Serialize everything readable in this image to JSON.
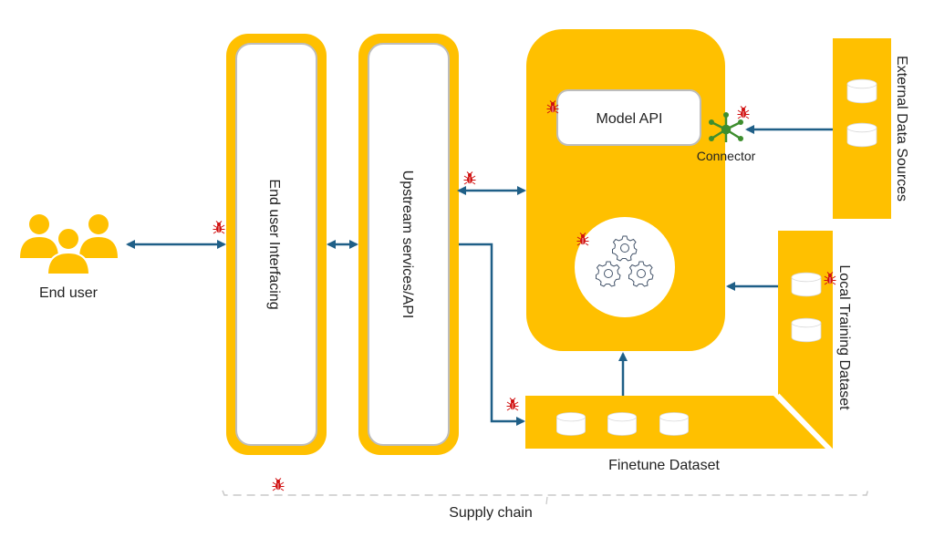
{
  "colors": {
    "component_fill": "#FFC000",
    "arrow": "#1F5F87",
    "bug": "#D01010",
    "connector": "#3E8E2E",
    "inner_border": "#BDBDBD",
    "gear_stroke": "#44546A",
    "text": "#222222"
  },
  "nodes": {
    "end_user": {
      "label": "End user",
      "icon": "users-group-icon"
    },
    "end_user_interfacing": {
      "label": "End user Interfacing"
    },
    "upstream_services": {
      "label": "Upstream services/API"
    },
    "model_api": {
      "label": "Model API"
    },
    "connector": {
      "label": "Connector",
      "icon": "connector-hub-icon"
    },
    "external_data_sources": {
      "label": "External Data Sources",
      "databases": 2
    },
    "local_training_dataset": {
      "label": "Local Training Dataset",
      "databases": 2
    },
    "finetune_dataset": {
      "label": "Finetune Dataset",
      "databases": 3
    },
    "model_core": {
      "icon": "gears-icon",
      "gears": 3
    }
  },
  "supply_chain": {
    "label": "Supply chain"
  },
  "threat_markers": [
    "end-user-link",
    "upstream-to-model-link",
    "model-api",
    "connector",
    "model-core",
    "local-training-dataset",
    "finetune-dataset",
    "supply-chain"
  ]
}
